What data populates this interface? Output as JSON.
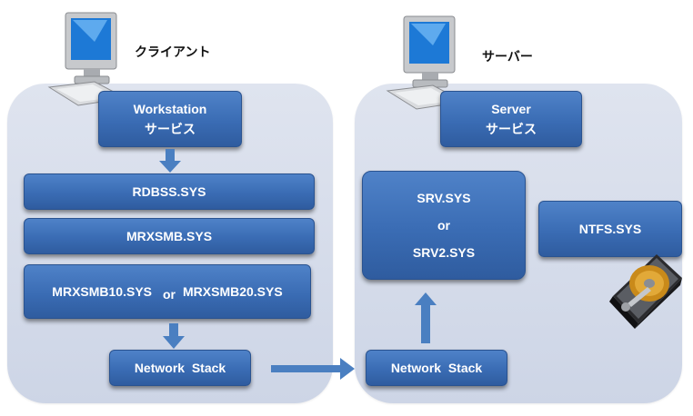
{
  "client": {
    "title": "クライアント",
    "workstation": {
      "line1": "Workstation",
      "line2": "サービス"
    },
    "rdbss": "RDBSS.SYS",
    "mrxsmb": "MRXSMB.SYS",
    "mrxsmb_versions": {
      "left": "MRXSMB10.SYS",
      "or": "or",
      "right": "MRXSMB20.SYS"
    },
    "network_stack": "Network  Stack"
  },
  "server": {
    "title": "サーバー",
    "service": {
      "line1": "Server",
      "line2": "サービス"
    },
    "srv": {
      "line1": "SRV.SYS",
      "or": "or",
      "line2": "SRV2.SYS"
    },
    "ntfs": "NTFS.SYS",
    "network_stack": "Network  Stack"
  },
  "icons": [
    "computer-icon",
    "computer-icon",
    "hard-disk-icon"
  ],
  "colors": {
    "box_blue": "#3a6cb4",
    "panel_bg": "#d6dcea",
    "arrow_blue": "#4a7fc1"
  }
}
